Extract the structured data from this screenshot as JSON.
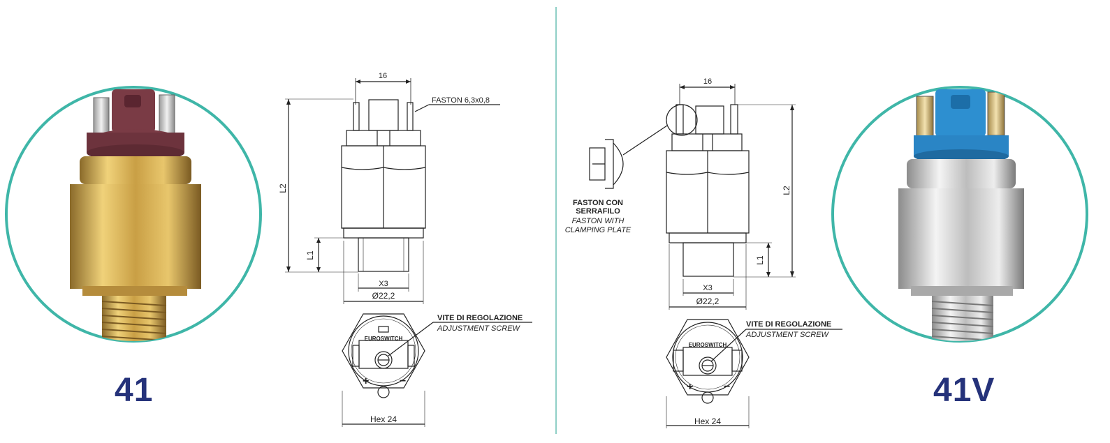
{
  "left": {
    "model_code": "41",
    "dim_width_top": "16",
    "faston_label": "FASTON 6,3x0,8",
    "dim_l2": "L2",
    "dim_l1": "L1",
    "dim_x3": "X3",
    "dim_diameter": "Ø22,2",
    "adjust_title": "VITE DI REGOLAZIONE",
    "adjust_subtitle": "ADJUSTMENT SCREW",
    "brand_label": "EUROSWITCH",
    "plus_sign": "+",
    "minus_sign": "−",
    "hex_label": "Hex 24"
  },
  "right": {
    "model_code": "41V",
    "dim_width_top": "16",
    "clamp_title_line1": "FASTON CON",
    "clamp_title_line2": "SERRAFILO",
    "clamp_subtitle_line1": "FASTON WITH",
    "clamp_subtitle_line2": "CLAMPING PLATE",
    "dim_l2": "L2",
    "dim_l1": "L1",
    "dim_x3": "X3",
    "dim_diameter": "Ø22,2",
    "adjust_title": "VITE DI REGOLAZIONE",
    "adjust_subtitle": "ADJUSTMENT SCREW",
    "brand_label": "EUROSWITCH",
    "plus_sign": "+",
    "minus_sign": "−",
    "hex_label": "Hex 24"
  },
  "colors": {
    "circle_border": "#3fb6a8",
    "model_text": "#25327a",
    "brass": "#c9a24a",
    "brown_cap": "#7a3b45",
    "blue_cap": "#2d8fd0",
    "steel": "#c8c8c8"
  }
}
